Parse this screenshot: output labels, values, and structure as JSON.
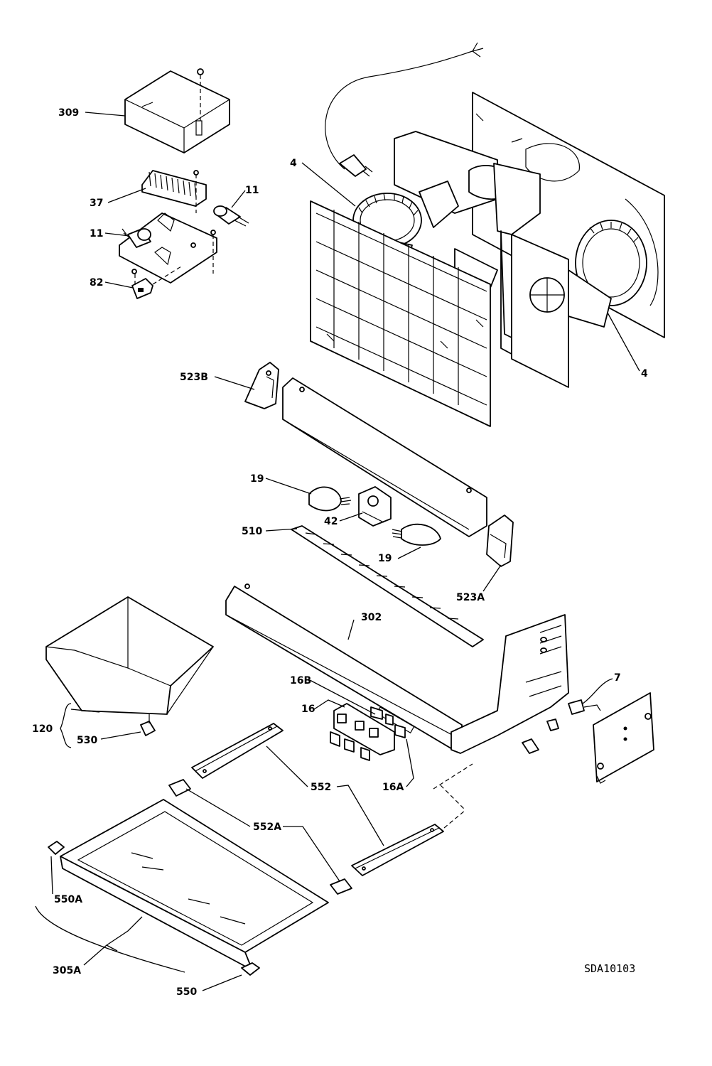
{
  "drawing_code": "SDA10103",
  "labels": {
    "l309": "309",
    "l37": "37",
    "l11a": "11",
    "l11b": "11",
    "l82": "82",
    "l4a": "4",
    "l4b": "4",
    "l523B": "523B",
    "l19a": "19",
    "l42": "42",
    "l510": "510",
    "l19b": "19",
    "l523A": "523A",
    "l302": "302",
    "l16B": "16B",
    "l16": "16",
    "l7": "7",
    "l120": "120",
    "l530": "530",
    "l16A": "16A",
    "l552": "552",
    "l552A": "552A",
    "l550A": "550A",
    "l305A": "305A",
    "l550": "550"
  }
}
